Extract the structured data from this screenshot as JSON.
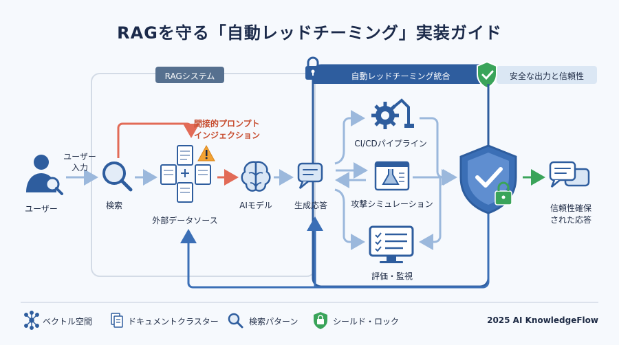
{
  "title": "RAGを守る「自動レッドチーミング」実装ガイド",
  "sections": {
    "rag_system": "RAGシステム",
    "red_team": "自動レッドチーミング統合",
    "safe_output": "安全な出力と信頼性"
  },
  "nodes": {
    "user": "ユーザー",
    "user_input": [
      "ユーザー",
      "入力"
    ],
    "search": "検索",
    "external_data": "外部データソース",
    "injection": [
      "間接的プロンプト",
      "インジェクション"
    ],
    "ai_model": "AIモデル",
    "generated_answer": "生成応答",
    "cicd": "CI/CDパイプライン",
    "attack_sim": "攻撃シミュレーション",
    "eval_monitor": "評価・監視",
    "trusted_answer": [
      "信頼性確保",
      "された応答"
    ]
  },
  "legend": [
    {
      "icon": "vector-space-icon",
      "label": "ベクトル空間"
    },
    {
      "icon": "document-cluster-icon",
      "label": "ドキュメントクラスター"
    },
    {
      "icon": "search-pattern-icon",
      "label": "検索パターン"
    },
    {
      "icon": "shield-lock-icon",
      "label": "シールド・ロック"
    }
  ],
  "brand": "2025 AI KnowledgeFlow",
  "colors": {
    "navy": "#2a4a7c",
    "blue": "#3b6fb6",
    "light_blue": "#a9c3e2",
    "red": "#e26b57",
    "green": "#3aa45a",
    "warning": "#f2a233"
  }
}
